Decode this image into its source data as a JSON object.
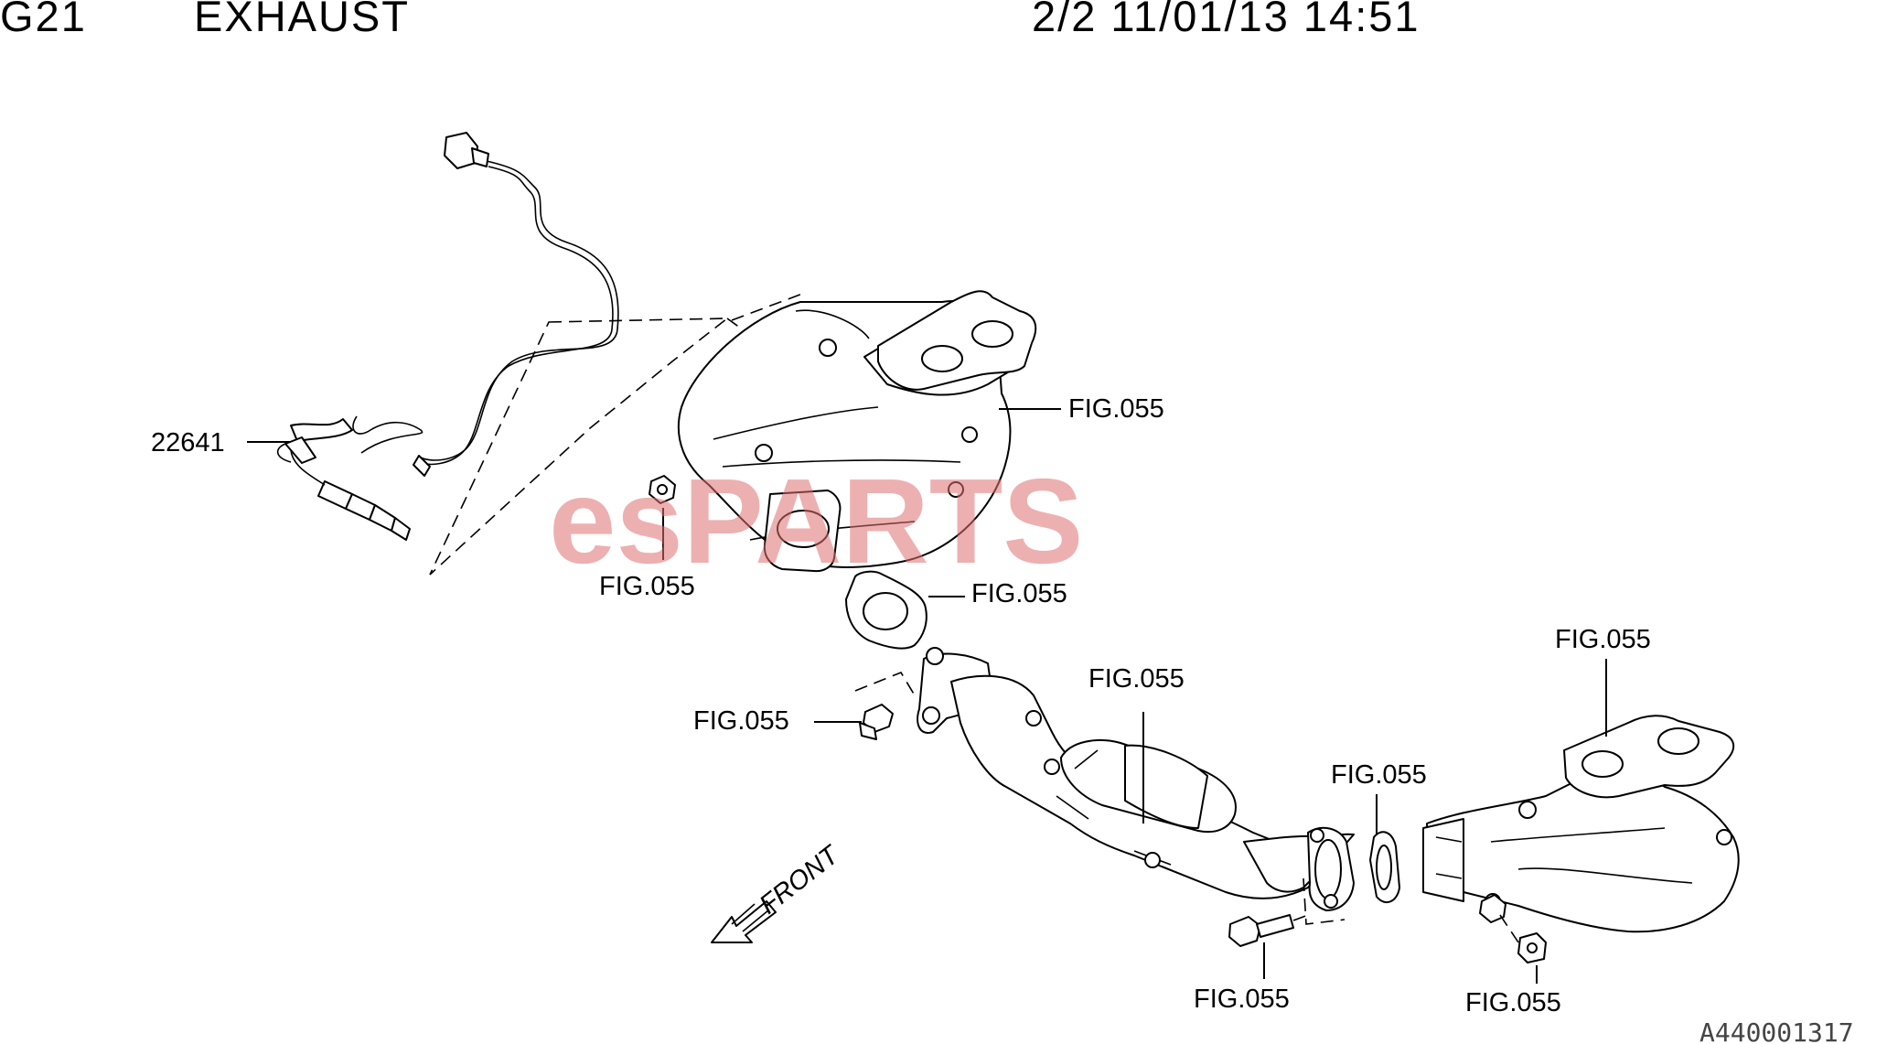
{
  "header": {
    "group_code": "G21",
    "group_title": "EXHAUST",
    "page_info": "2/2 11/01/13 14:51"
  },
  "diagram": {
    "part_labels": [
      "22641",
      "FIG.055",
      "FIG.055",
      "FIG.055",
      "FIG.055",
      "FIG.055",
      "FIG.055",
      "FIG.055",
      "FIG.055",
      "FIG.055"
    ],
    "direction_label": "FRONT",
    "watermark": "esPARTS",
    "reference_code": "A440001317"
  }
}
